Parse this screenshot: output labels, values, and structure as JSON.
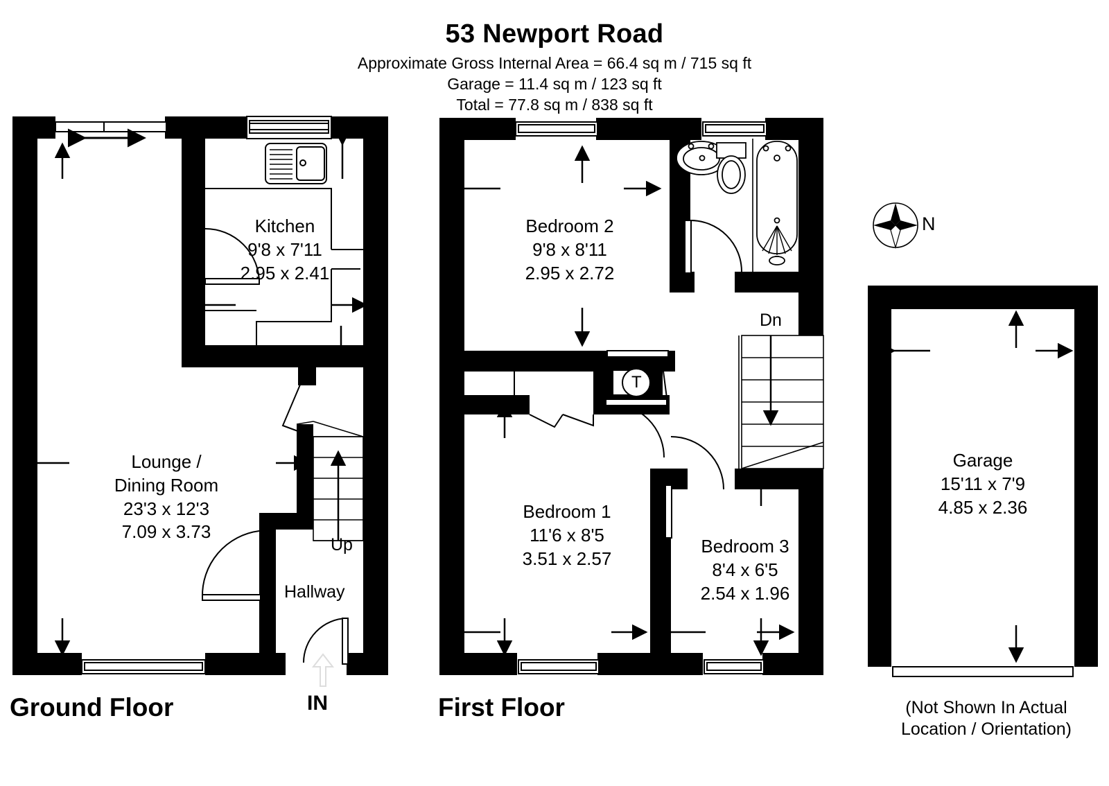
{
  "header": {
    "title": "53 Newport Road",
    "line1": "Approximate Gross Internal Area = 66.4 sq m / 715 sq ft",
    "line2": "Garage = 11.4 sq m / 123 sq ft",
    "line3": "Total = 77.8 sq m / 838 sq ft"
  },
  "floors": {
    "ground_label": "Ground Floor",
    "first_label": "First Floor",
    "garage_notice_line1": "(Not Shown In Actual",
    "garage_notice_line2": "Location / Orientation)"
  },
  "compass": {
    "north_label": "N",
    "icon": "compass-rose-icon"
  },
  "ground_floor": {
    "rooms": [
      {
        "name": "Kitchen",
        "imperial": "9'8 x 7'11",
        "metric": "2.95 x 2.41"
      },
      {
        "name": "Lounge /",
        "name2": "Dining Room",
        "imperial": "23'3 x 12'3",
        "metric": "7.09 x 3.73"
      }
    ],
    "hallway_label": "Hallway",
    "stairs_label": "Up",
    "entrance_label": "IN"
  },
  "first_floor": {
    "rooms": [
      {
        "name": "Bedroom 2",
        "imperial": "9'8 x 8'11",
        "metric": "2.95 x 2.72"
      },
      {
        "name": "Bedroom 1",
        "imperial": "11'6 x 8'5",
        "metric": "3.51 x 2.57"
      },
      {
        "name": "Bedroom 3",
        "imperial": "8'4 x 6'5",
        "metric": "2.54 x 1.96"
      }
    ],
    "stairs_label": "Dn",
    "tank_label": "T",
    "bathroom_fixtures": [
      "sink-icon",
      "toilet-icon",
      "bath-shower-icon"
    ]
  },
  "garage": {
    "name": "Garage",
    "imperial": "15'11 x 7'9",
    "metric": "4.85 x 2.36"
  },
  "colors": {
    "wall": "#000000",
    "background": "#ffffff",
    "line": "#000000"
  }
}
